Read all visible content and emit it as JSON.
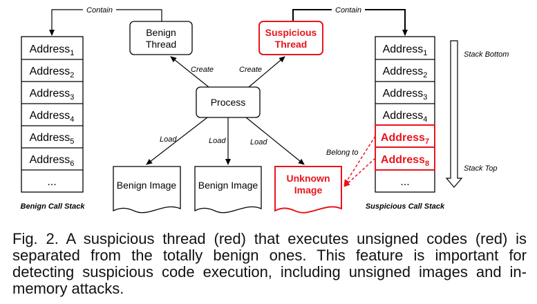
{
  "diagram": {
    "benign_stack": {
      "caption": "Benign Call Stack",
      "cells": [
        {
          "base": "Address",
          "sub": "1"
        },
        {
          "base": "Address",
          "sub": "2"
        },
        {
          "base": "Address",
          "sub": "3"
        },
        {
          "base": "Address",
          "sub": "4"
        },
        {
          "base": "Address",
          "sub": "5"
        },
        {
          "base": "Address",
          "sub": "6"
        },
        {
          "base": "...",
          "sub": ""
        }
      ]
    },
    "suspicious_stack": {
      "caption": "Suspicious Call Stack",
      "cells": [
        {
          "base": "Address",
          "sub": "1"
        },
        {
          "base": "Address",
          "sub": "2"
        },
        {
          "base": "Address",
          "sub": "3"
        },
        {
          "base": "Address",
          "sub": "4"
        },
        {
          "base": "Address",
          "sub": "7"
        },
        {
          "base": "Address",
          "sub": "8"
        },
        {
          "base": "...",
          "sub": ""
        }
      ]
    },
    "nodes": {
      "benign_thread": {
        "line1": "Benign",
        "line2": "Thread"
      },
      "suspicious_thread": {
        "line1": "Suspicious",
        "line2": "Thread"
      },
      "process": "Process",
      "benign_image_1": "Benign Image",
      "benign_image_2": "Benign Image",
      "unknown_image": {
        "line1": "Unknown",
        "line2": "Image"
      }
    },
    "edges": {
      "contain_left": "Contain",
      "contain_right": "Contain",
      "create_left": "Create",
      "create_right": "Create",
      "load_left": "Load",
      "load_middle": "Load",
      "load_right": "Load",
      "belong_to": "Belong to"
    },
    "stack_direction": {
      "bottom": "Stack Bottom",
      "top": "Stack Top"
    },
    "colors": {
      "suspicious": "#e8141c",
      "normal": "#000000"
    }
  },
  "caption": "Fig. 2. A suspicious thread (red) that executes unsigned codes (red) is separated from the totally benign ones. This feature is important for detecting suspicious code execution, including unsigned images and in-memory attacks."
}
